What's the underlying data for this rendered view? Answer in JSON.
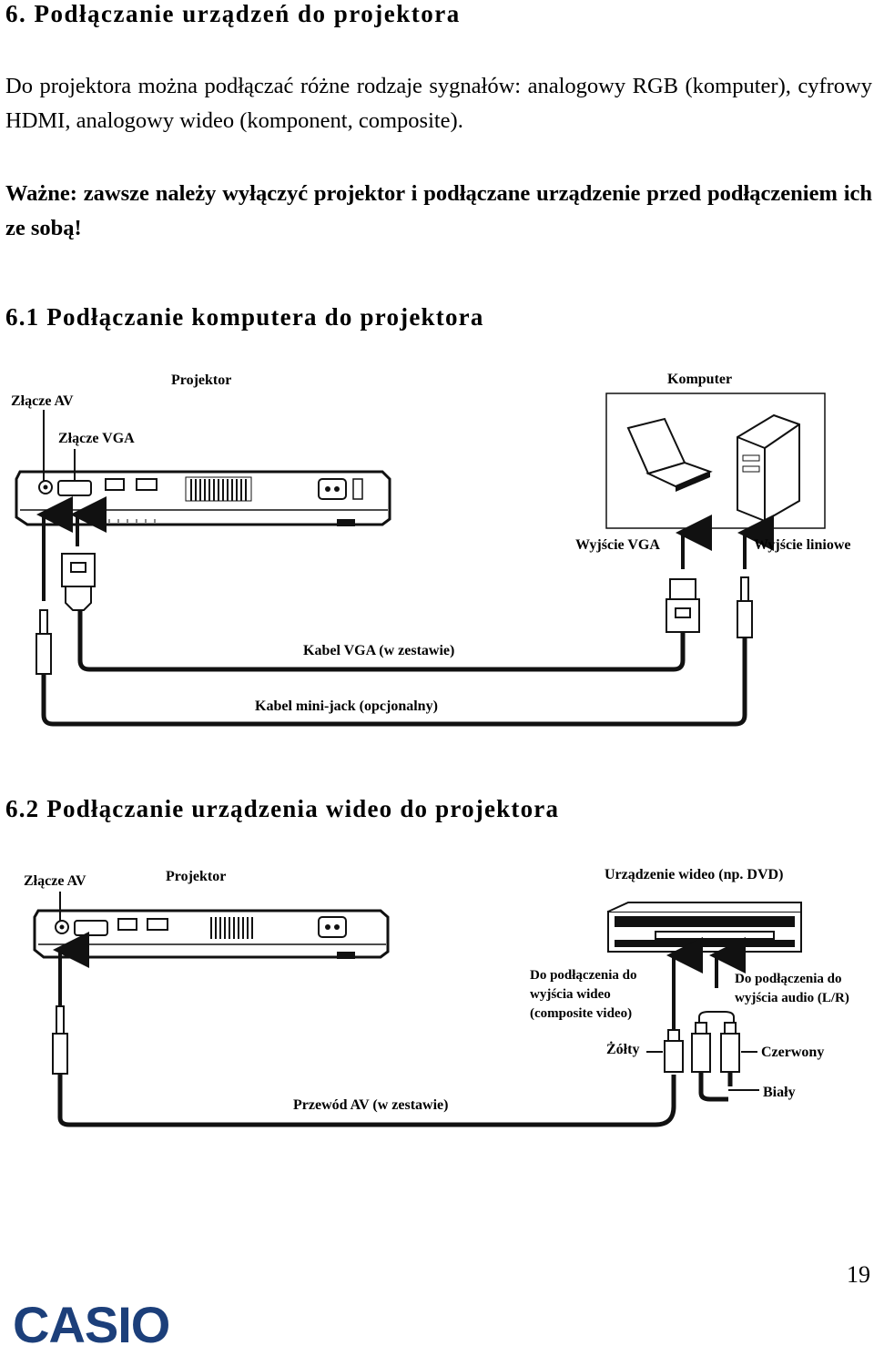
{
  "heading": "6. Podłączanie urządzeń do projektora",
  "intro": "Do projektora można podłączać różne rodzaje sygnałów: analogowy RGB (komputer), cyfrowy HDMI, analogowy wideo (komponent, composite).",
  "warning": "Ważne: zawsze należy wyłączyć projektor i podłączane urządzenie przed podłączeniem ich ze sobą!",
  "section1": {
    "title": "6.1 Podłączanie komputera do projektora",
    "labels": {
      "av_port": "Złącze AV",
      "projector": "Projektor",
      "vga_port": "Złącze VGA",
      "computer": "Komputer",
      "vga_out": "Wyjście VGA",
      "line_out": "Wyjście liniowe",
      "vga_cable": "Kabel VGA (w zestawie)",
      "minijack_cable": "Kabel mini-jack (opcjonalny)"
    }
  },
  "section2": {
    "title": "6.2 Podłączanie urządzenia wideo do projektora",
    "labels": {
      "av_port": "Złącze AV",
      "projector": "Projektor",
      "video_device": "Urządzenie wideo (np. DVD)",
      "video_out_1": "Do podłączenia do",
      "video_out_2": "wyjścia wideo",
      "video_out_3": "(composite video)",
      "audio_out_1": "Do podłączenia do",
      "audio_out_2": "wyjścia audio (L/R)",
      "yellow": "Żółty",
      "red": "Czerwony",
      "white": "Biały",
      "av_cable": "Przewód AV (w zestawie)"
    }
  },
  "page_number": "19",
  "logo_text": "CASIO",
  "colors": {
    "text": "#000000",
    "logo": "#1c3f7a",
    "line": "#111111"
  }
}
